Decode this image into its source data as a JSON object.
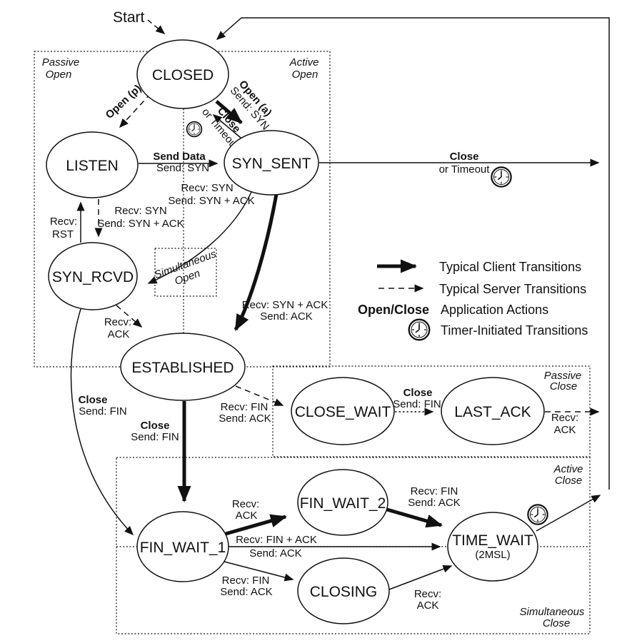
{
  "colors": {
    "ink": "#111111",
    "paper": "#ffffff"
  },
  "states": {
    "closed": "CLOSED",
    "listen": "LISTEN",
    "syn_sent": "SYN_SENT",
    "syn_rcvd": "SYN_RCVD",
    "established": "ESTABLISHED",
    "close_wait": "CLOSE_WAIT",
    "last_ack": "LAST_ACK",
    "fin_wait_1": "FIN_WAIT_1",
    "fin_wait_2": "FIN_WAIT_2",
    "closing": "CLOSING",
    "time_wait": "TIME_WAIT",
    "time_wait_sub": "(2MSL)"
  },
  "regions": {
    "passive_open_1": "Passive",
    "passive_open_2": "Open",
    "active_open_1": "Active",
    "active_open_2": "Open",
    "sim_open_1": "Simultaneous",
    "sim_open_2": "Open",
    "passive_close_1": "Passive",
    "passive_close_2": "Close",
    "active_close_1": "Active",
    "active_close_2": "Close",
    "sim_close_1": "Simultaneous",
    "sim_close_2": "Close"
  },
  "labels": {
    "start": "Start",
    "open_p": "Open (p)",
    "open_a_1": "Open (a)",
    "open_a_2": "Send: SYN",
    "close_diag_1": "Close",
    "close_diag_2": "or Timeout",
    "send_data_1": "Send Data",
    "send_data_2": "Send: SYN",
    "recv_rst_1": "Recv:",
    "recv_rst_2": "RST",
    "listen_synrcvd_1": "Recv: SYN",
    "listen_synrcvd_2": "Send: SYN + ACK",
    "synsent_synrcvd_1": "Recv: SYN",
    "synsent_synrcvd_2": "Send: SYN + ACK",
    "synsent_estab_1": "Recv: SYN + ACK",
    "synsent_estab_2": "Send: ACK",
    "synrcvd_estab_1": "Recv:",
    "synrcvd_estab_2": "ACK",
    "close_right_1": "Close",
    "close_right_2": "or Timeout",
    "synrcvd_fw1_1": "Close",
    "synrcvd_fw1_2": "Send: FIN",
    "estab_fw1_1": "Close",
    "estab_fw1_2": "Send: FIN",
    "estab_cw_1": "Recv: FIN",
    "estab_cw_2": "Send: ACK",
    "cw_la_1": "Close",
    "cw_la_2": "Send: FIN",
    "la_out_1": "Recv:",
    "la_out_2": "ACK",
    "fw1_fw2_1": "Recv:",
    "fw1_fw2_2": "ACK",
    "fw1_tw_1": "Recv: FIN + ACK",
    "fw1_tw_2": "Send: ACK",
    "fw1_closing_1": "Recv: FIN",
    "fw1_closing_2": "Send: ACK",
    "fw2_tw_1": "Recv: FIN",
    "fw2_tw_2": "Send: ACK",
    "closing_tw_1": "Recv:",
    "closing_tw_2": "ACK"
  },
  "legend": {
    "client": "Typical Client Transitions",
    "server": "Typical Server Transitions",
    "open_close": "Open/Close",
    "app_actions": "Application Actions",
    "timer": "Timer-Initiated Transitions"
  }
}
